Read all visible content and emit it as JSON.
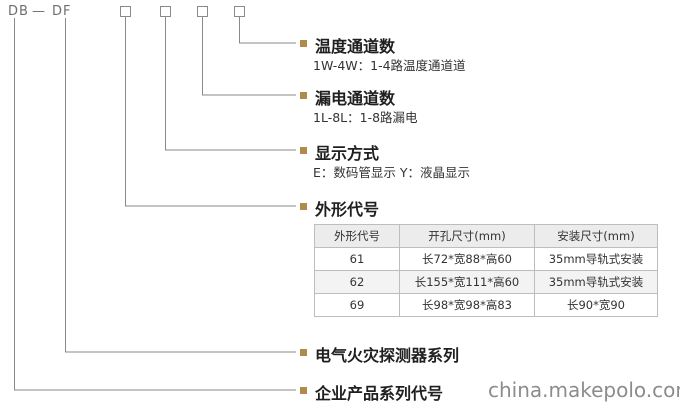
{
  "model": {
    "prefix": "DB",
    "dash": "—",
    "series": "DF"
  },
  "fields": [
    {
      "title": "温度通道数",
      "desc": "1W-4W：1-4路温度通道道"
    },
    {
      "title": "漏电通道数",
      "desc": "1L-8L：1-8路漏电"
    },
    {
      "title": "显示方式",
      "desc": "E：数码管显示  Y：液晶显示"
    },
    {
      "title": "外形代号",
      "desc": ""
    },
    {
      "title": "电气火灾探测器系列",
      "desc": ""
    },
    {
      "title": "企业产品系列代号",
      "desc": ""
    }
  ],
  "table": {
    "headers": [
      "外形代号",
      "开孔尺寸(mm)",
      "安装尺寸(mm)"
    ],
    "rows": [
      [
        "61",
        "长72*宽88*高60",
        "35mm导轨式安装"
      ],
      [
        "62",
        "长155*宽111*高60",
        "35mm导轨式安装"
      ],
      [
        "69",
        "长98*宽98*高83",
        "长90*宽90"
      ]
    ]
  },
  "watermark": "china.makepolo.com",
  "colors": {
    "bullet": "#b08a4a",
    "line": "#8a8a8a"
  }
}
